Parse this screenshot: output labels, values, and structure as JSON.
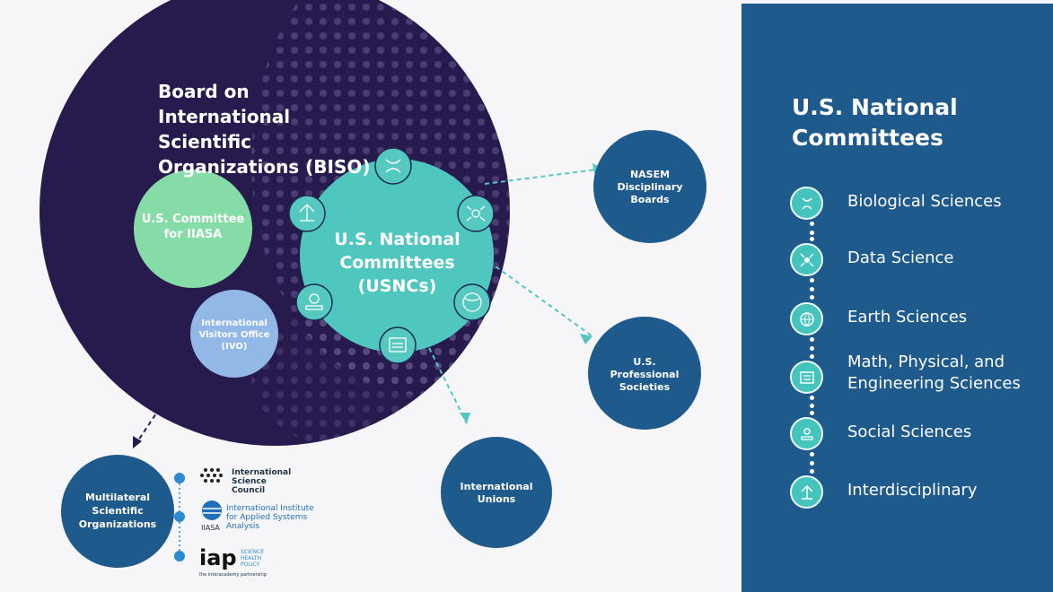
{
  "diagram": {
    "biso_title": "Board on International Scientific Organizations (BISO)",
    "usnc_label": "U.S. National Committees (USNCs)",
    "iiasa_committee": "U.S. Committee for IIASA",
    "ivo_label": "International Visitors Office (IVO)",
    "nasem_label": "NASEM Disciplinary Boards",
    "prof_soc_label": "U.S. Professional Societies",
    "unions_label": "International Unions",
    "multilateral_label": "Multilateral Scientific Organizations",
    "logos": {
      "isc": "International Science Council",
      "iiasa_full": "International Institute for Applied Systems Analysis",
      "iiasa_abbr": "IIASA",
      "iap": "iap",
      "iap_sub": "SCIENCE HEALTH POLICY",
      "iap_tag": "the interacademy partnership"
    }
  },
  "panel": {
    "title": "U.S. National Committees",
    "items": [
      {
        "label": "Biological Sciences",
        "icon": "biology-icon"
      },
      {
        "label": "Data Science",
        "icon": "data-icon"
      },
      {
        "label": "Earth Sciences",
        "icon": "globe-icon"
      },
      {
        "label": "Math, Physical, and Engineering Sciences",
        "icon": "math-icon"
      },
      {
        "label": "Social Sciences",
        "icon": "social-icon"
      },
      {
        "label": "Interdisciplinary",
        "icon": "interdisciplinary-icon"
      }
    ]
  },
  "colors": {
    "biso_sphere": "#271b4e",
    "usnc_teal": "#4fc7bf",
    "iiasa_green": "#86dca7",
    "ivo_blue": "#91b8e6",
    "node_blue": "#1f5a8c",
    "panel_bg": "#1f5a8c"
  }
}
